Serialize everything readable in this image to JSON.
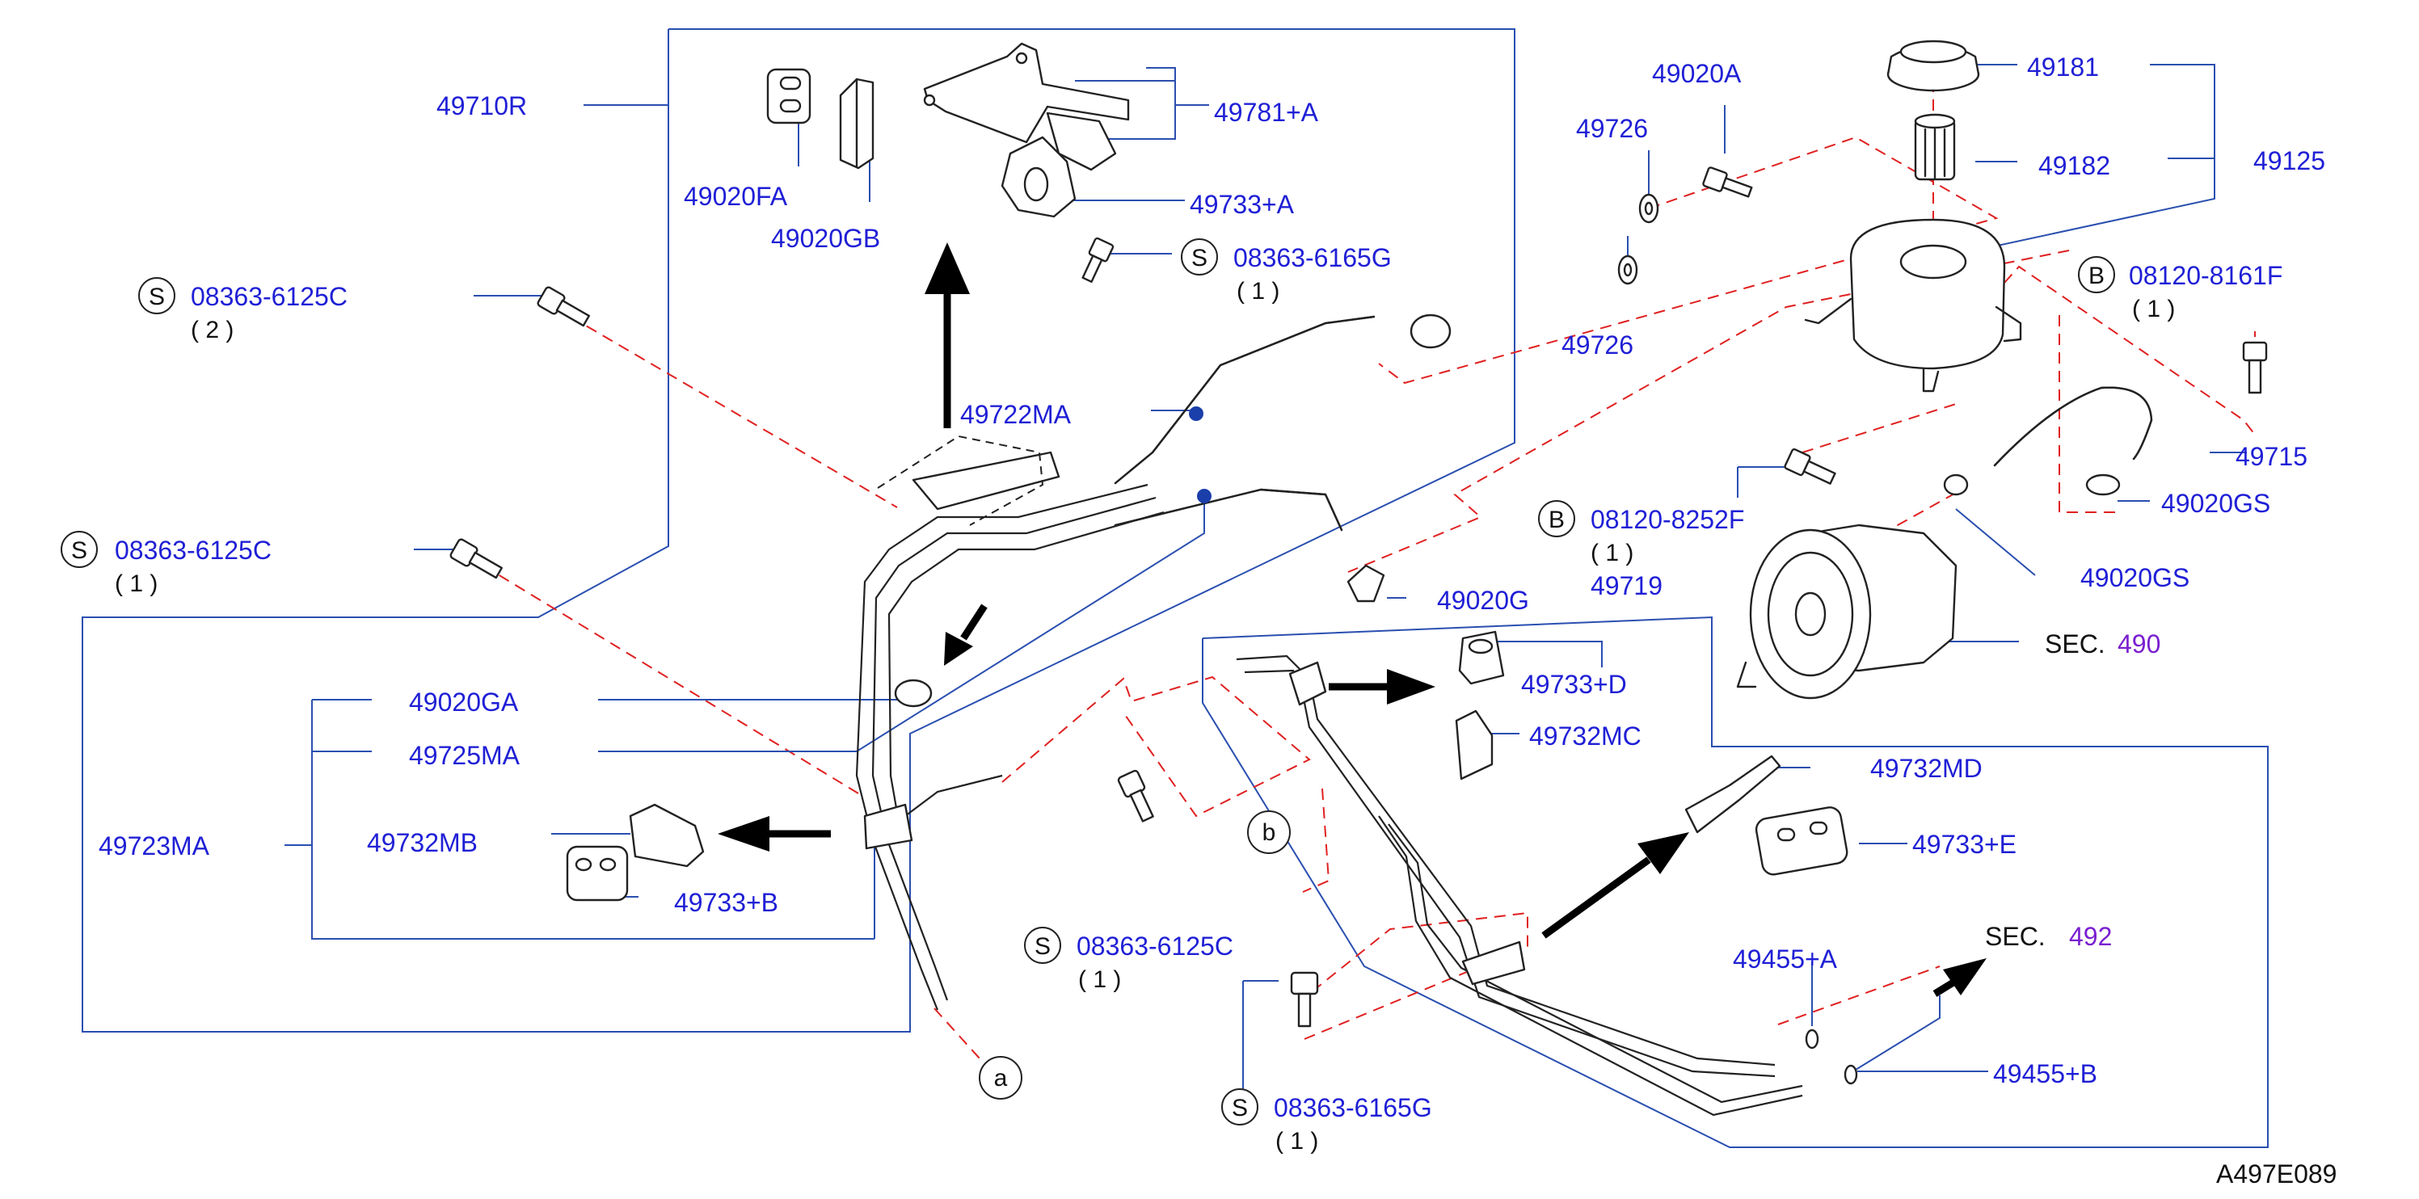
{
  "diagram": {
    "drawing_code": "A497E089",
    "parts": {
      "p49710R": "49710R",
      "p49020FA": "49020FA",
      "p49020GB": "49020GB",
      "p49781A": "49781+A",
      "p49733A": "49733+A",
      "p49722MA": "49722MA",
      "p49020GA": "49020GA",
      "p49725MA": "49725MA",
      "p49723MA": "49723MA",
      "p49732MB": "49732MB",
      "p49733B": "49733+B",
      "p49726a": "49726",
      "p49726b": "49726",
      "p49020A": "49020A",
      "p49181": "49181",
      "p49182": "49182",
      "p49125": "49125",
      "p49715": "49715",
      "p49020GS1": "49020GS",
      "p49020GS2": "49020GS",
      "p49020G": "49020G",
      "p49719": "49719",
      "p49733D": "49733+D",
      "p49732MC": "49732MC",
      "p49732MD": "49732MD",
      "p49733E": "49733+E",
      "p49455A": "49455+A",
      "p49455B": "49455+B"
    },
    "fasteners": [
      {
        "symbol": "S",
        "code": "08363-6165G",
        "qty": "( 1 )"
      },
      {
        "symbol": "S",
        "code": "08363-6125C",
        "qty": "( 2 )"
      },
      {
        "symbol": "S",
        "code": "08363-6125C",
        "qty": "( 1 )"
      },
      {
        "symbol": "B",
        "code": "08120-8161F",
        "qty": "( 1 )"
      },
      {
        "symbol": "B",
        "code": "08120-8252F",
        "qty": "( 1 )"
      },
      {
        "symbol": "S",
        "code": "08363-6125C",
        "qty": "( 1 )"
      },
      {
        "symbol": "S",
        "code": "08363-6165G",
        "qty": "( 1 )"
      }
    ],
    "sections": [
      {
        "prefix": "SEC.",
        "number": "490"
      },
      {
        "prefix": "SEC.",
        "number": "492"
      }
    ],
    "markers": {
      "a": "a",
      "b": "b"
    }
  }
}
